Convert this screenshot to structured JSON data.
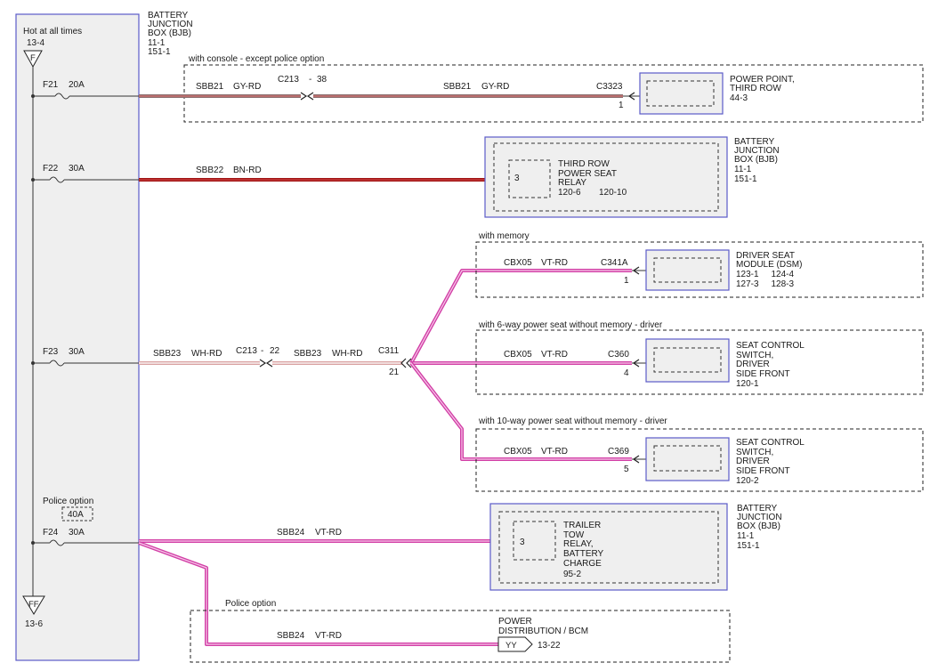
{
  "bjb_main": {
    "title_lines": [
      "BATTERY",
      "JUNCTION",
      "BOX (BJB)",
      "11-1",
      "151-1"
    ],
    "hot_label": "Hot at all times",
    "hot_ref": "13-4",
    "top_connector": "F",
    "bottom_connector": "FF",
    "bottom_ref": "13-6",
    "police_option_label": "Police option",
    "police_fuse_rating": "40A"
  },
  "fuses": [
    {
      "name": "F21",
      "rating": "20A"
    },
    {
      "name": "F22",
      "rating": "30A"
    },
    {
      "name": "F23",
      "rating": "30A"
    },
    {
      "name": "F24",
      "rating": "30A"
    }
  ],
  "circuit_f21": {
    "option_label": "with console - except police option",
    "wire_left": {
      "circuit": "SBB21",
      "color": "GY-RD"
    },
    "inline_connector": "C213",
    "inline_pin": "38",
    "wire_right": {
      "circuit": "SBB21",
      "color": "GY-RD"
    },
    "connector": "C3323",
    "pin": "1",
    "component_lines": [
      "POWER POINT,",
      "THIRD ROW",
      "44-3"
    ]
  },
  "circuit_f22": {
    "wire": {
      "circuit": "SBB22",
      "color": "BN-RD"
    },
    "relay_pin": "3",
    "relay_lines": [
      "THIRD ROW",
      "POWER SEAT",
      "RELAY"
    ],
    "relay_refs": [
      "120-6",
      "120-10"
    ],
    "box_lines": [
      "BATTERY",
      "JUNCTION",
      "BOX (BJB)",
      "11-1",
      "151-1"
    ]
  },
  "circuit_f23": {
    "wire_left": {
      "circuit": "SBB23",
      "color": "WH-RD"
    },
    "inline_connector": "C213",
    "inline_pin": "22",
    "wire_right": {
      "circuit": "SBB23",
      "color": "WH-RD"
    },
    "splice_connector": "C311",
    "splice_pin": "21",
    "branches": [
      {
        "option_label": "with memory",
        "circuit": "CBX05",
        "color": "VT-RD",
        "connector": "C341A",
        "pin": "1",
        "component_lines": [
          "DRIVER SEAT",
          "MODULE (DSM)",
          "123-1     124-4",
          "127-3     128-3"
        ]
      },
      {
        "option_label": "with 6-way power seat without memory - driver",
        "circuit": "CBX05",
        "color": "VT-RD",
        "connector": "C360",
        "pin": "4",
        "component_lines": [
          "SEAT CONTROL",
          "SWITCH,",
          "DRIVER",
          "SIDE FRONT",
          "120-1"
        ]
      },
      {
        "option_label": "with 10-way power seat without memory - driver",
        "circuit": "CBX05",
        "color": "VT-RD",
        "connector": "C369",
        "pin": "5",
        "component_lines": [
          "SEAT CONTROL",
          "SWITCH,",
          "DRIVER",
          "SIDE FRONT",
          "120-2"
        ]
      }
    ]
  },
  "circuit_f24": {
    "wire": {
      "circuit": "SBB24",
      "color": "VT-RD"
    },
    "relay_pin": "3",
    "relay_lines": [
      "TRAILER",
      "TOW",
      "RELAY,",
      "BATTERY",
      "CHARGE",
      "95-2"
    ],
    "box_lines": [
      "BATTERY",
      "JUNCTION",
      "BOX (BJB)",
      "11-1",
      "151-1"
    ],
    "police_option_label": "Police option",
    "wire_lower": {
      "circuit": "SBB24",
      "color": "VT-RD"
    },
    "destination_lines": [
      "POWER",
      "DISTRIBUTION / BCM"
    ],
    "destination_connector": "YY",
    "destination_ref": "13-22"
  },
  "colors": {
    "box_border": "#5b5bc8",
    "box_fill": "#efefef",
    "wire_gy_rd": "#8a6e6e",
    "wire_bn_rd": "#a11414",
    "wire_vt_rd": "#d23fa6",
    "wire_vt_rd_light": "#f3b6e2",
    "wire_wh_rd": "#d9a0a0",
    "thin_wire": "#333333"
  }
}
